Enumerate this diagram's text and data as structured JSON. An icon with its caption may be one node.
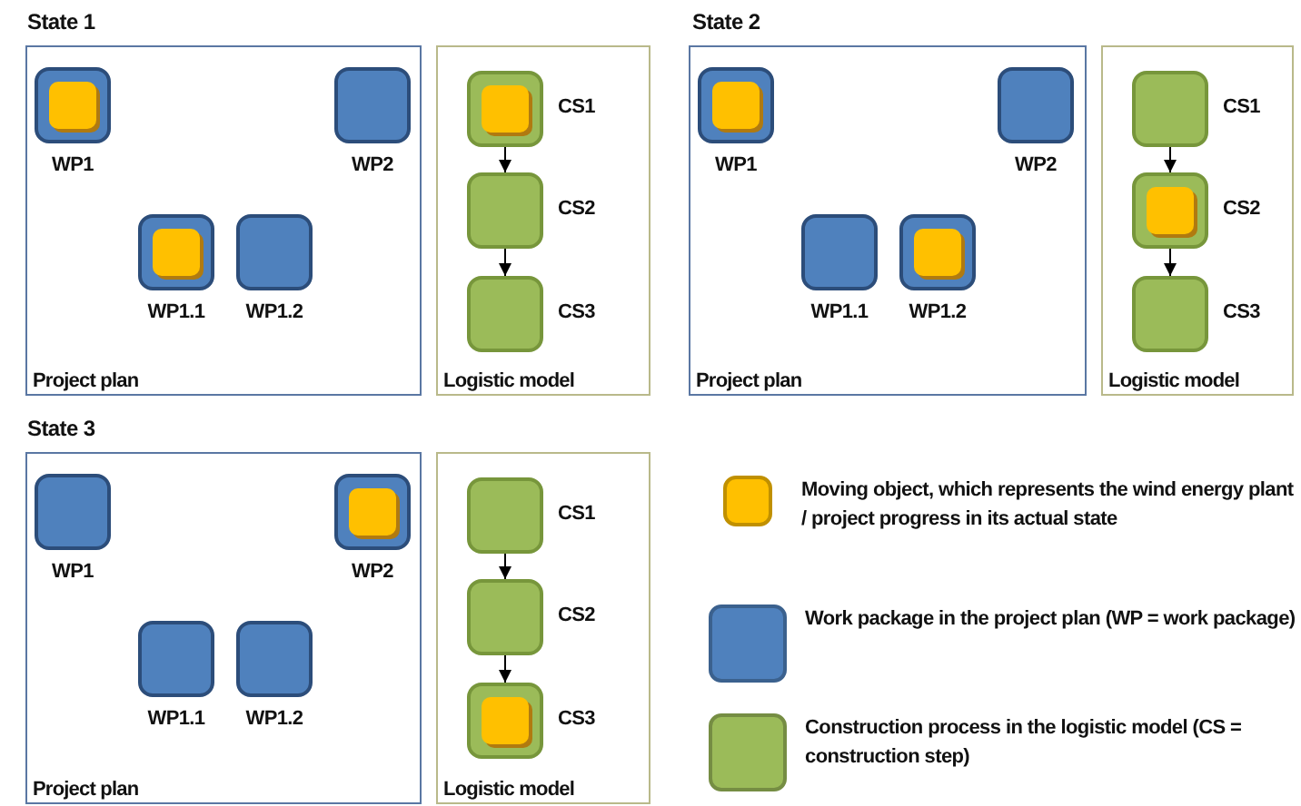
{
  "diagram": {
    "nodes": [
      {
        "text": [
          "Project plan"
        ]
      },
      {
        "text": [
          "WP1"
        ],
        "in": 0
      },
      {
        "text": [],
        "shape": "box",
        "in": 1
      },
      {
        "text": [
          "WP2"
        ],
        "in": 0
      },
      {
        "text": [
          "WP1.1"
        ],
        "in": 0
      },
      {
        "text": [],
        "shape": "box",
        "in": 4
      },
      {
        "text": [
          "WP1.2"
        ],
        "in": 0
      },
      {
        "text": [
          "Logistic model"
        ]
      },
      {
        "text": [
          "CS1"
        ],
        "in": 7
      },
      {
        "text": [],
        "shape": "box",
        "in": 8
      },
      {
        "text": [
          "CS2"
        ],
        "in": 7
      },
      {
        "text": [
          "CS3"
        ],
        "in": 7
      },
      {
        "text": [
          "Project plan"
        ]
      },
      {
        "text": [
          "WP1"
        ],
        "in": 12
      },
      {
        "text": [],
        "shape": "box",
        "in": 13
      },
      {
        "text": [
          "WP2"
        ],
        "in": 12
      },
      {
        "text": [
          "WP1.1"
        ],
        "in": 12
      },
      {
        "text": [
          "WP1.2"
        ],
        "in": 12
      },
      {
        "text": [],
        "shape": "box",
        "in": 17
      },
      {
        "text": [
          "Logistic model"
        ]
      },
      {
        "text": [
          "CS1"
        ],
        "in": 19
      },
      {
        "text": [
          "CS2"
        ],
        "in": 19
      },
      {
        "text": [],
        "shape": "box",
        "in": 21
      },
      {
        "text": [
          "CS3"
        ],
        "in": 19
      },
      {
        "text": [
          "Project plan"
        ]
      },
      {
        "text": [
          "WP1"
        ],
        "in": 24
      },
      {
        "text": [
          "WP2"
        ],
        "in": 24
      },
      {
        "text": [],
        "shape": "box",
        "in": 26
      },
      {
        "text": [
          "WP1.1"
        ],
        "in": 24
      },
      {
        "text": [
          "WP1.2"
        ],
        "in": 24
      },
      {
        "text": [
          "Logistic model"
        ]
      },
      {
        "text": [
          "CS1"
        ],
        "in": 30
      },
      {
        "text": [
          "CS2"
        ],
        "in": 30
      },
      {
        "text": [
          "CS3"
        ],
        "in": 30
      },
      {
        "text": [],
        "shape": "box",
        "in": 33
      }
    ],
    "edges": [
      {
        "from": 8,
        "to": 10,
        "arrow": "to"
      },
      {
        "from": 10,
        "to": 11,
        "arrow": "to"
      },
      {
        "from": 20,
        "to": 21,
        "arrow": "to"
      },
      {
        "from": 21,
        "to": 23,
        "arrow": "to"
      },
      {
        "from": 31,
        "to": 32,
        "arrow": "to"
      },
      {
        "from": 32,
        "to": 33,
        "arrow": "to"
      }
    ],
    "labels": [
      "State 1",
      "State 2",
      "State 3"
    ],
    "legend": [
      {
        "text": "Moving object, which represents the wind energy plant / project progress in its actual state",
        "color": "#ffc000"
      },
      {
        "text": "Work package in the project plan (WP = work package)",
        "color": "#4f81bd"
      },
      {
        "text": "Construction process in the logistic model (CS = construction step)",
        "color": "#9bbb59"
      }
    ]
  }
}
